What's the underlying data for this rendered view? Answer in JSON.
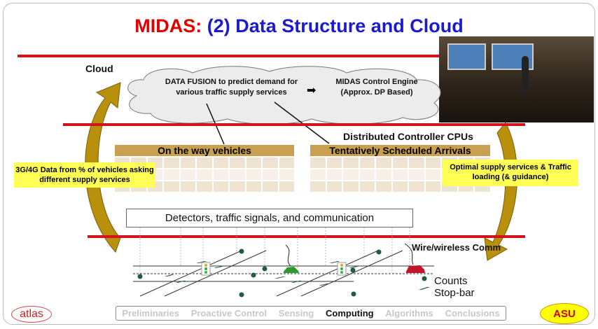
{
  "title": {
    "prefix": "MIDAS:",
    "rest": "(2) Data Structure and Cloud"
  },
  "cloud_label": "Cloud",
  "fusion_text": "DATA FUSION to predict demand for various traffic supply services",
  "engine_text": "MIDAS Control Engine (Approx. DP Based)",
  "cpu_label": "Distributed Controller CPUs",
  "tables": [
    {
      "header": "On the way vehicles"
    },
    {
      "header": "Tentatively Scheduled Arrivals"
    }
  ],
  "left_note": "3G/4G Data from % of vehicles asking different supply services",
  "right_note": "Optimal supply services & Traffic loading (& guidance)",
  "detectors_label": "Detectors, traffic signals, and communication",
  "comm_label": "Wire/wireless Comm",
  "legend": {
    "counts": "Counts",
    "stopbar": "Stop-bar"
  },
  "nav": [
    "Preliminaries",
    "Proactive Control",
    "Sensing",
    "Computing",
    "Algorithms",
    "Conclusions"
  ],
  "nav_active": "Computing",
  "logo_left": "atlas",
  "logo_right": "ASU",
  "colors": {
    "title": "#1a1ad0",
    "accent": "#e00000",
    "line": "#d0141e",
    "table_header": "#c8a050",
    "note": "#ffff55"
  }
}
